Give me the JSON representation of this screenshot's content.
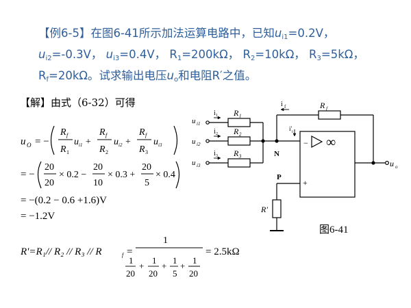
{
  "problem": {
    "tag": "【例6-5】",
    "intro": "在图6-41所示加法运算电路中，已知",
    "ui1_val": "=0.2V，",
    "ui2_val": "=-0.3V，",
    "ui3_val": "=0.4V，",
    "r1": "R",
    "r1_val": "=200kΩ，",
    "r2_val": "=10kΩ，",
    "r3_val": "=5kΩ，",
    "rf_val": "=20kΩ。",
    "ask_1": "试求输出电压",
    "ask_2": "和电阻R′之值。"
  },
  "solution": {
    "label": "【解】由式（6-32）可得"
  },
  "formula": {
    "line2": "= −(0.2 − 0.6 +1.6)V",
    "line3": "= −1.2V",
    "line1_nums": [
      "20",
      "20",
      "× 0.2 −",
      "20",
      "10",
      "× 0.3 +",
      "20",
      "5",
      "× 0.4"
    ],
    "rprime_lhs": "R'=R₁// R₂ // R₃ // R",
    "rprime_result": "= 2.5kΩ",
    "rprime_dens": [
      "20",
      "20",
      "5",
      "20"
    ]
  },
  "circuit": {
    "caption": "图6-41",
    "labels": {
      "i1": "i₁",
      "i2": "i₂",
      "i3": "i₃",
      "if": "i",
      "R1": "R₁",
      "R2": "R₂",
      "R3": "R₃",
      "Rf": "R",
      "ui1": "u",
      "ui2": "u",
      "ui3": "u",
      "N": "N",
      "P": "P",
      "Rprime": "R′",
      "uo": "u",
      "inf": "∞",
      "minus": "−",
      "plus": "+",
      "iprime": "i′"
    }
  }
}
